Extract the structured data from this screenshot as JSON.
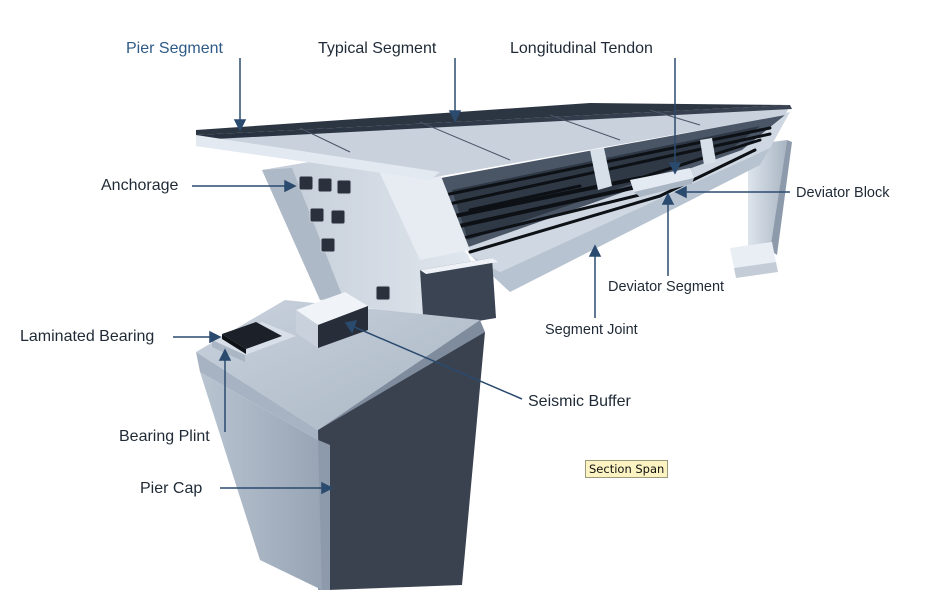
{
  "colors": {
    "label_text": "#1f2a36",
    "label_accent": "#2e5a86",
    "leader_line": "#2a4a6e",
    "deck_top": "#2a3340",
    "concrete_light": "#dfe6ee",
    "concrete_mid": "#b8c4d2",
    "concrete_dark": "#8f9cac",
    "cut_face": "#3a4250",
    "tendon": "#101418",
    "tooltip_bg": "#fbf3c2"
  },
  "labels": {
    "pier_segment": "Pier Segment",
    "typical_segment": "Typical Segment",
    "longitudinal_tendon": "Longitudinal Tendon",
    "anchorage": "Anchorage",
    "deviator_block": "Deviator Block",
    "deviator_segment": "Deviator Segment",
    "segment_joint": "Segment Joint",
    "laminated_bearing": "Laminated Bearing",
    "seismic_buffer": "Seismic Buffer",
    "bearing_plint": "Bearing Plint",
    "pier_cap": "Pier Cap"
  },
  "tooltip": {
    "text": "Section Span"
  }
}
